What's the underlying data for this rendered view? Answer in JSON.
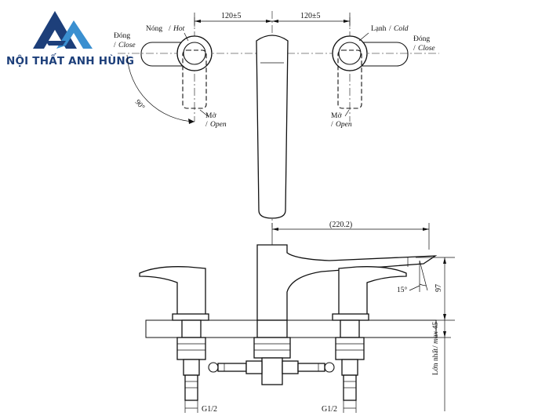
{
  "brand": {
    "name": "NỘI THẤT ANH HÙNG",
    "colors": {
      "navy": "#1d3f7a",
      "blue": "#3a8fd0"
    }
  },
  "top_view": {
    "hot_label": {
      "vn": "Nóng",
      "en": "Hot"
    },
    "cold_label": {
      "vn": "Lạnh",
      "en": "Cold"
    },
    "close_left": {
      "vn": "Đóng",
      "en": "Close"
    },
    "close_right": {
      "vn": "Đóng",
      "en": "Close"
    },
    "open_left": {
      "vn": "Mở",
      "en": "Open"
    },
    "open_right": {
      "vn": "Mở",
      "en": "Open"
    },
    "dim_left": "120±5",
    "dim_right": "120±5",
    "angle": "90°"
  },
  "front_view": {
    "reach": "(220.2)",
    "height": "97",
    "tilt": "15°",
    "max_thickness": {
      "vn": "Lớn nhất",
      "en": "max 45"
    },
    "thread_left": "G1/2",
    "thread_right": "G1/2"
  }
}
